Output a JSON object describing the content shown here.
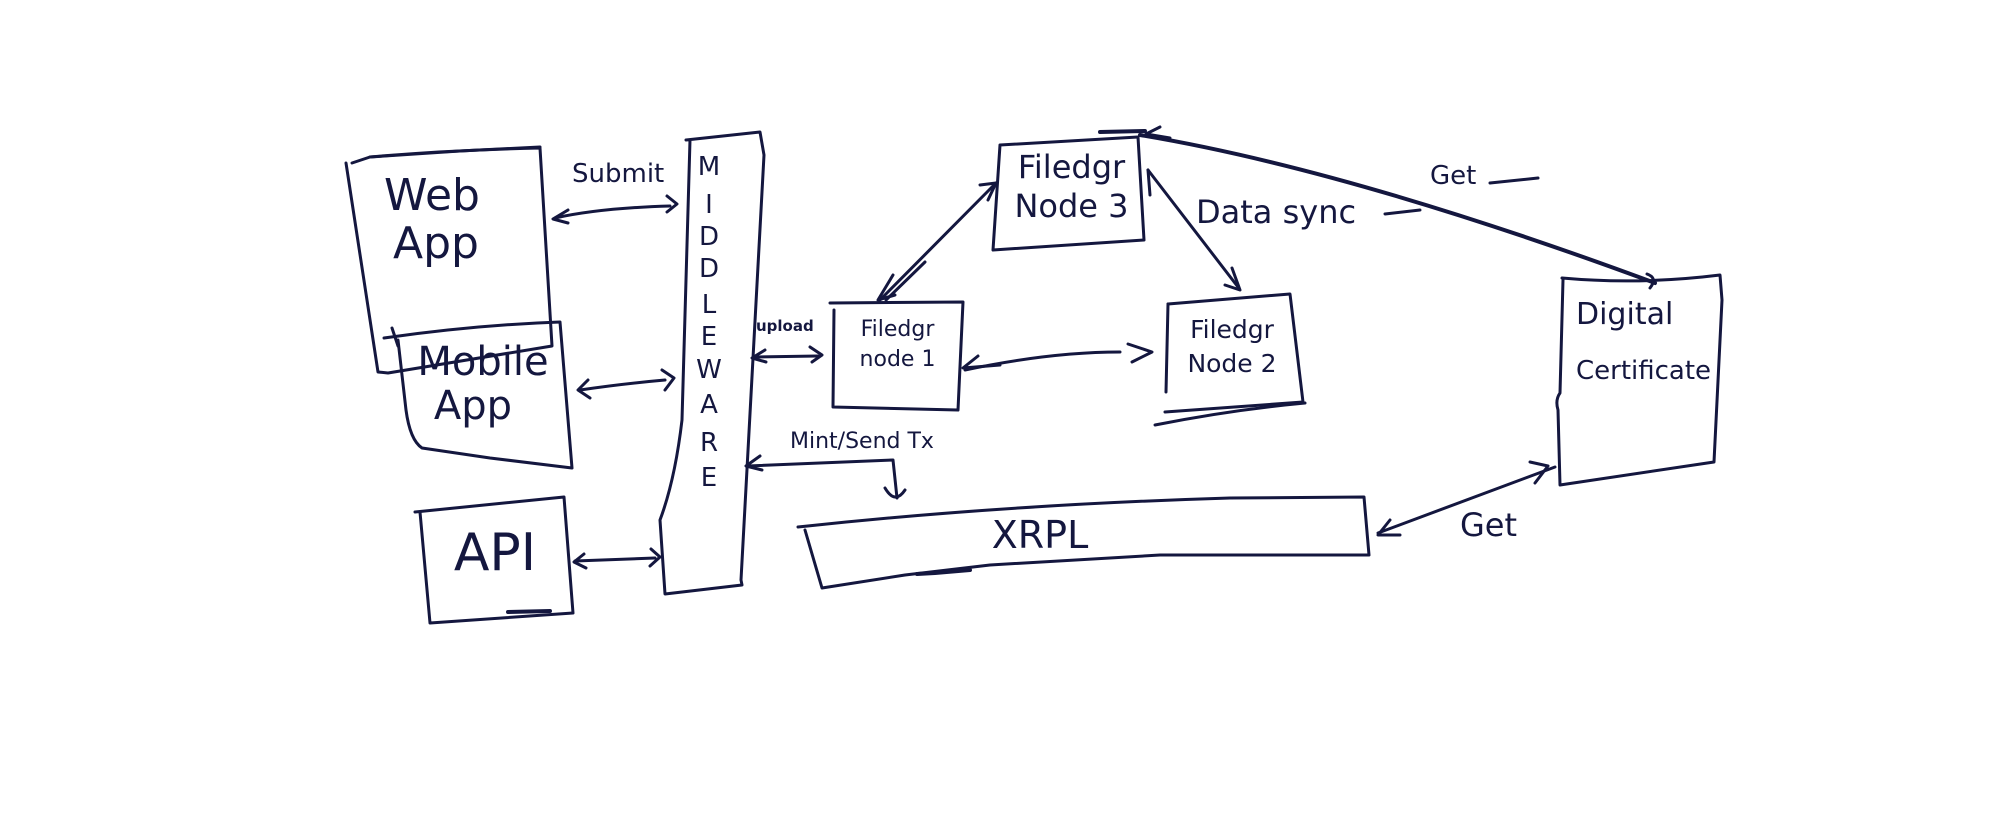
{
  "diagram": {
    "ink_color": "#14173f",
    "background": "#ffffff",
    "nodes": [
      {
        "id": "web-app",
        "label_lines": [
          "Web",
          "App"
        ]
      },
      {
        "id": "mobile-app",
        "label_lines": [
          "Mobile",
          "App"
        ]
      },
      {
        "id": "api",
        "label_lines": [
          "API"
        ]
      },
      {
        "id": "middleware",
        "label": "MIDDLEWARE",
        "letters": [
          "M",
          "I",
          "D",
          "D",
          "L",
          "E",
          "W",
          "A",
          "R",
          "E"
        ]
      },
      {
        "id": "filedgr-node-1",
        "label_lines": [
          "Filedgr",
          "node 1"
        ]
      },
      {
        "id": "filedgr-node-2",
        "label_lines": [
          "Filedgr",
          "Node 2"
        ]
      },
      {
        "id": "filedgr-node-3",
        "label_lines": [
          "Filedgr",
          "Node 3"
        ]
      },
      {
        "id": "xrpl",
        "label_lines": [
          "XRPL"
        ]
      },
      {
        "id": "digital-certificate",
        "label_lines": [
          "Digital",
          "Certificate"
        ]
      }
    ],
    "edges": [
      {
        "from": "web-app",
        "to": "middleware",
        "label": "Submit",
        "bidirectional": true
      },
      {
        "from": "mobile-app",
        "to": "middleware",
        "label": "",
        "bidirectional": true
      },
      {
        "from": "api",
        "to": "middleware",
        "label": "",
        "bidirectional": true
      },
      {
        "from": "middleware",
        "to": "filedgr-node-1",
        "label": "upload",
        "bidirectional": true
      },
      {
        "from": "filedgr-node-1",
        "to": "filedgr-node-2",
        "label": "",
        "bidirectional": true
      },
      {
        "from": "filedgr-node-1",
        "to": "filedgr-node-3",
        "label": "",
        "bidirectional": true
      },
      {
        "from": "filedgr-node-3",
        "to": "filedgr-node-2",
        "label": "Data sync",
        "bidirectional": true
      },
      {
        "from": "middleware",
        "to": "xrpl",
        "label": "Mint/Send Tx",
        "bidirectional": true
      },
      {
        "from": "digital-certificate",
        "to": "filedgr-node-3",
        "label": "Get",
        "bidirectional": true
      },
      {
        "from": "digital-certificate",
        "to": "xrpl",
        "label": "Get",
        "bidirectional": true
      }
    ],
    "edge_labels": {
      "submit": "Submit",
      "upload": "upload",
      "data_sync": "Data sync",
      "mint_send_tx": "Mint/Send Tx",
      "get_top": "Get",
      "get_bottom": "Get"
    }
  }
}
